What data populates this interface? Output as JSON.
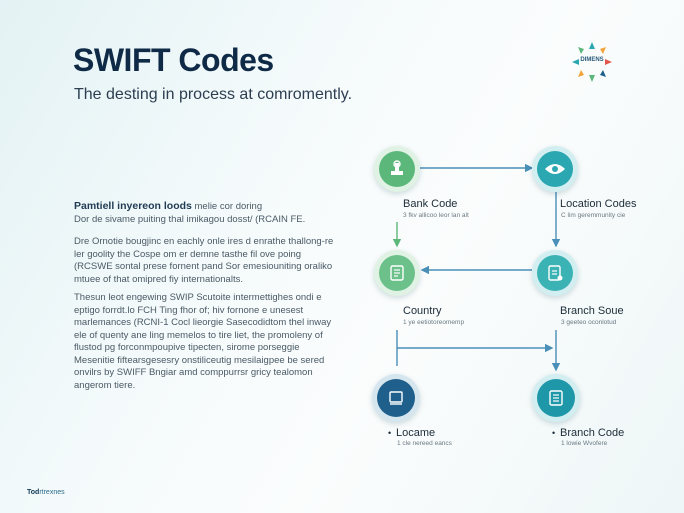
{
  "header": {
    "title": "SWIFT Codes",
    "subtitle": "The desting in process at comromently."
  },
  "logo": {
    "text": "DIMENS"
  },
  "body": {
    "lead": "Pamtiell inyereon loods",
    "lead_rest": " melie cor doring",
    "p1_line2": "Dor de sivame puiting thal imikagou dosst/ (RCAIN FE.",
    "p2": "Dre Ornotie bougjinc en eachly onle ires d enrathe thallong-re ler goolity the Cospe om er demne tasthe fil ove poing (RCSWE sontal prese fornent pand Sor emesiouniting oraliko mtuee of that omipred fiy internationalts.",
    "p3": "Thesun leot engewing SWIP Scutoite intermettighes ondi e eptigo forrdt.lo FCH Ting fhor of; hiv fornone e unesest marlemances (RCNI-1 Cocl lieorgie Sasecodidtom thel inway ele of quenty ane ling memelos to tire liet, the promoleny of flustod pg forconmpoupive tipecten, sirome porseggie Mesenitie fiftearsgesesry onstiliceutig mesilaigpee be sered onvilrs by SWIFF Bngiar amd comppurrsr gricy tealomon angerom tiere."
  },
  "diagram": {
    "nodes": [
      {
        "label": "Bank Code",
        "sub": "3 fkv allicoo leor lan alt",
        "icon": "bank-icon"
      },
      {
        "label": "Location Codes",
        "sub": "C lim geremmunity cie",
        "icon": "location-eye-icon"
      },
      {
        "label": "Country",
        "sub": "1 ye eetiotoreomemp",
        "icon": "country-document-icon"
      },
      {
        "label": "Branch Soue",
        "sub": "3 geeteo oconlotud",
        "icon": "branch-document-icon"
      },
      {
        "label": "Locame",
        "sub": "1 cle nereed eancs",
        "icon": "location-icon"
      },
      {
        "label": "Branch Code",
        "sub": "1 lowie Wvofere",
        "icon": "branch-code-icon"
      }
    ]
  },
  "footer": {
    "brand": "Tod",
    "rest": "rtrexnes"
  },
  "colors": {
    "green": "#5cb87a",
    "teal": "#2aa7b0",
    "blue": "#1f5f8b",
    "line": "#4a8fb8",
    "title": "#0e2a46"
  }
}
